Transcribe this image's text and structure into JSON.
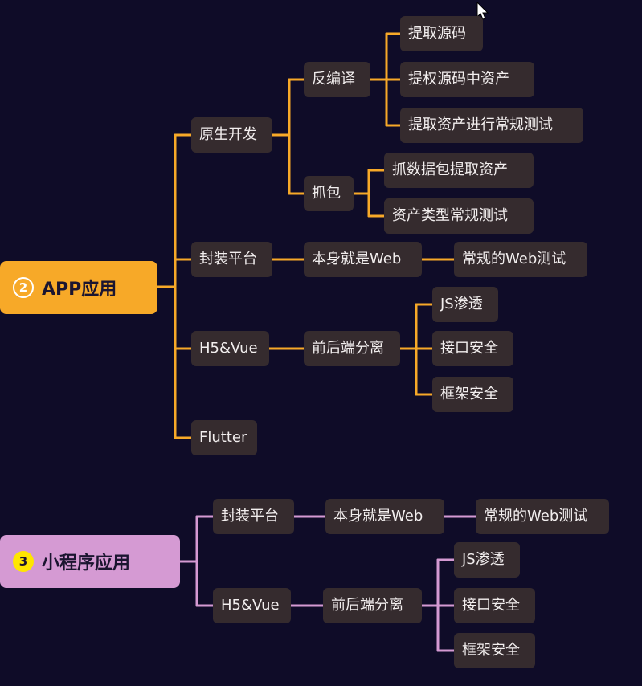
{
  "colors": {
    "background": "#0f0c28",
    "app_branch": "#f7a928",
    "mini_branch": "#d59ad3",
    "node_bg": "#352b2e"
  },
  "app": {
    "number": "2",
    "title": "APP应用",
    "native": {
      "label": "原生开发",
      "decompile": {
        "label": "反编译",
        "children": [
          "提取源码",
          "提权源码中资产",
          "提取资产进行常规测试"
        ]
      },
      "capture": {
        "label": "抓包",
        "children": [
          "抓数据包提取资产",
          "资产类型常规测试"
        ]
      }
    },
    "wrapper": {
      "label": "封装平台",
      "web": "本身就是Web",
      "test": "常规的Web测试"
    },
    "h5vue": {
      "label": "H5&Vue",
      "split": "前后端分离",
      "children": [
        "JS渗透",
        "接口安全",
        "框架安全"
      ]
    },
    "flutter": "Flutter"
  },
  "mini": {
    "number": "3",
    "title": "小程序应用",
    "wrapper": {
      "label": "封装平台",
      "web": "本身就是Web",
      "test": "常规的Web测试"
    },
    "h5vue": {
      "label": "H5&Vue",
      "split": "前后端分离",
      "children": [
        "JS渗透",
        "接口安全",
        "框架安全"
      ]
    }
  }
}
